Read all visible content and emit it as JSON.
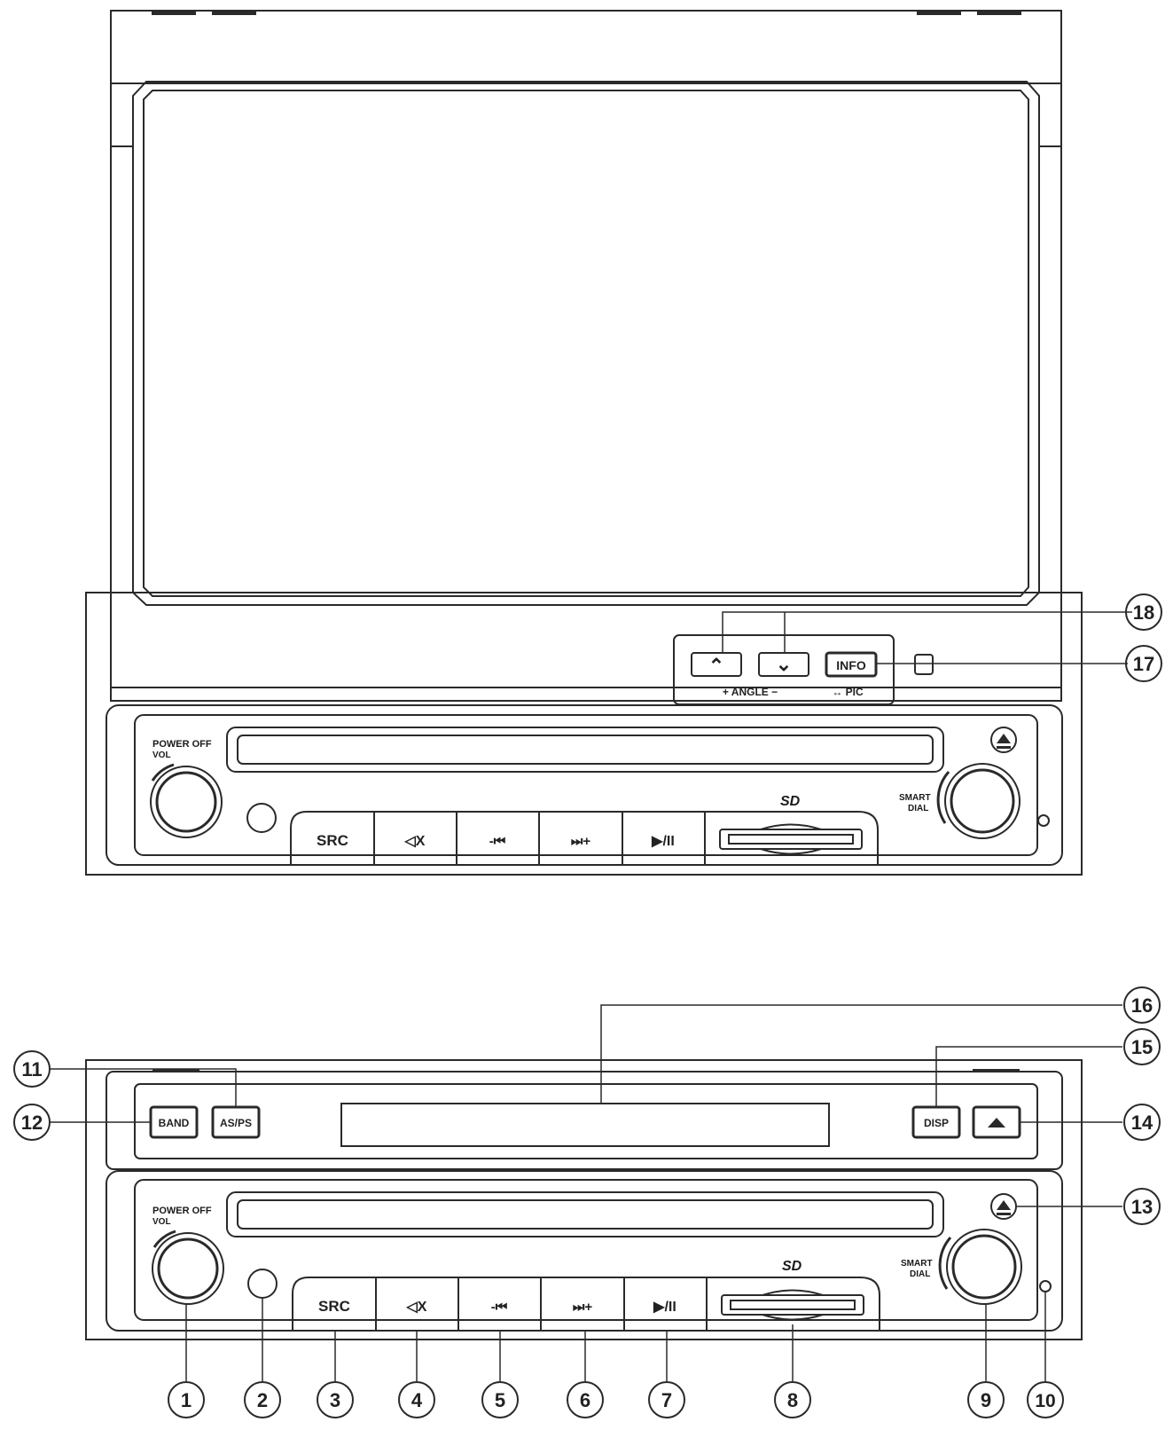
{
  "upper_unit": {
    "power_label": "POWER OFF",
    "vol_label": "VOL",
    "smart_label": "SMART",
    "dial_label": "DIAL",
    "sd_label": "SD",
    "buttons": {
      "src": "SRC",
      "mute": "◁X",
      "prev": "-⏮",
      "next": "⏭+",
      "play": "▶/II"
    },
    "angle_panel": {
      "up": "⌃",
      "down": "⌄",
      "info": "INFO",
      "angle_caption": "+ ANGLE −",
      "pic_caption": "↔ PIC"
    }
  },
  "lower_unit": {
    "power_label": "POWER OFF",
    "vol_label": "VOL",
    "smart_label": "SMART",
    "dial_label": "DIAL",
    "sd_label": "SD",
    "band": "BAND",
    "asps": "AS/PS",
    "disp": "DISP",
    "buttons": {
      "src": "SRC",
      "mute": "◁X",
      "prev": "-⏮",
      "next": "⏭+",
      "play": "▶/II"
    }
  },
  "callouts": {
    "c1": "1",
    "c2": "2",
    "c3": "3",
    "c4": "4",
    "c5": "5",
    "c6": "6",
    "c7": "7",
    "c8": "8",
    "c9": "9",
    "c10": "10",
    "c11": "11",
    "c12": "12",
    "c13": "13",
    "c14": "14",
    "c15": "15",
    "c16": "16",
    "c17": "17",
    "c18": "18"
  },
  "colors": {
    "line": "#2a2a2a",
    "background": "#ffffff"
  }
}
